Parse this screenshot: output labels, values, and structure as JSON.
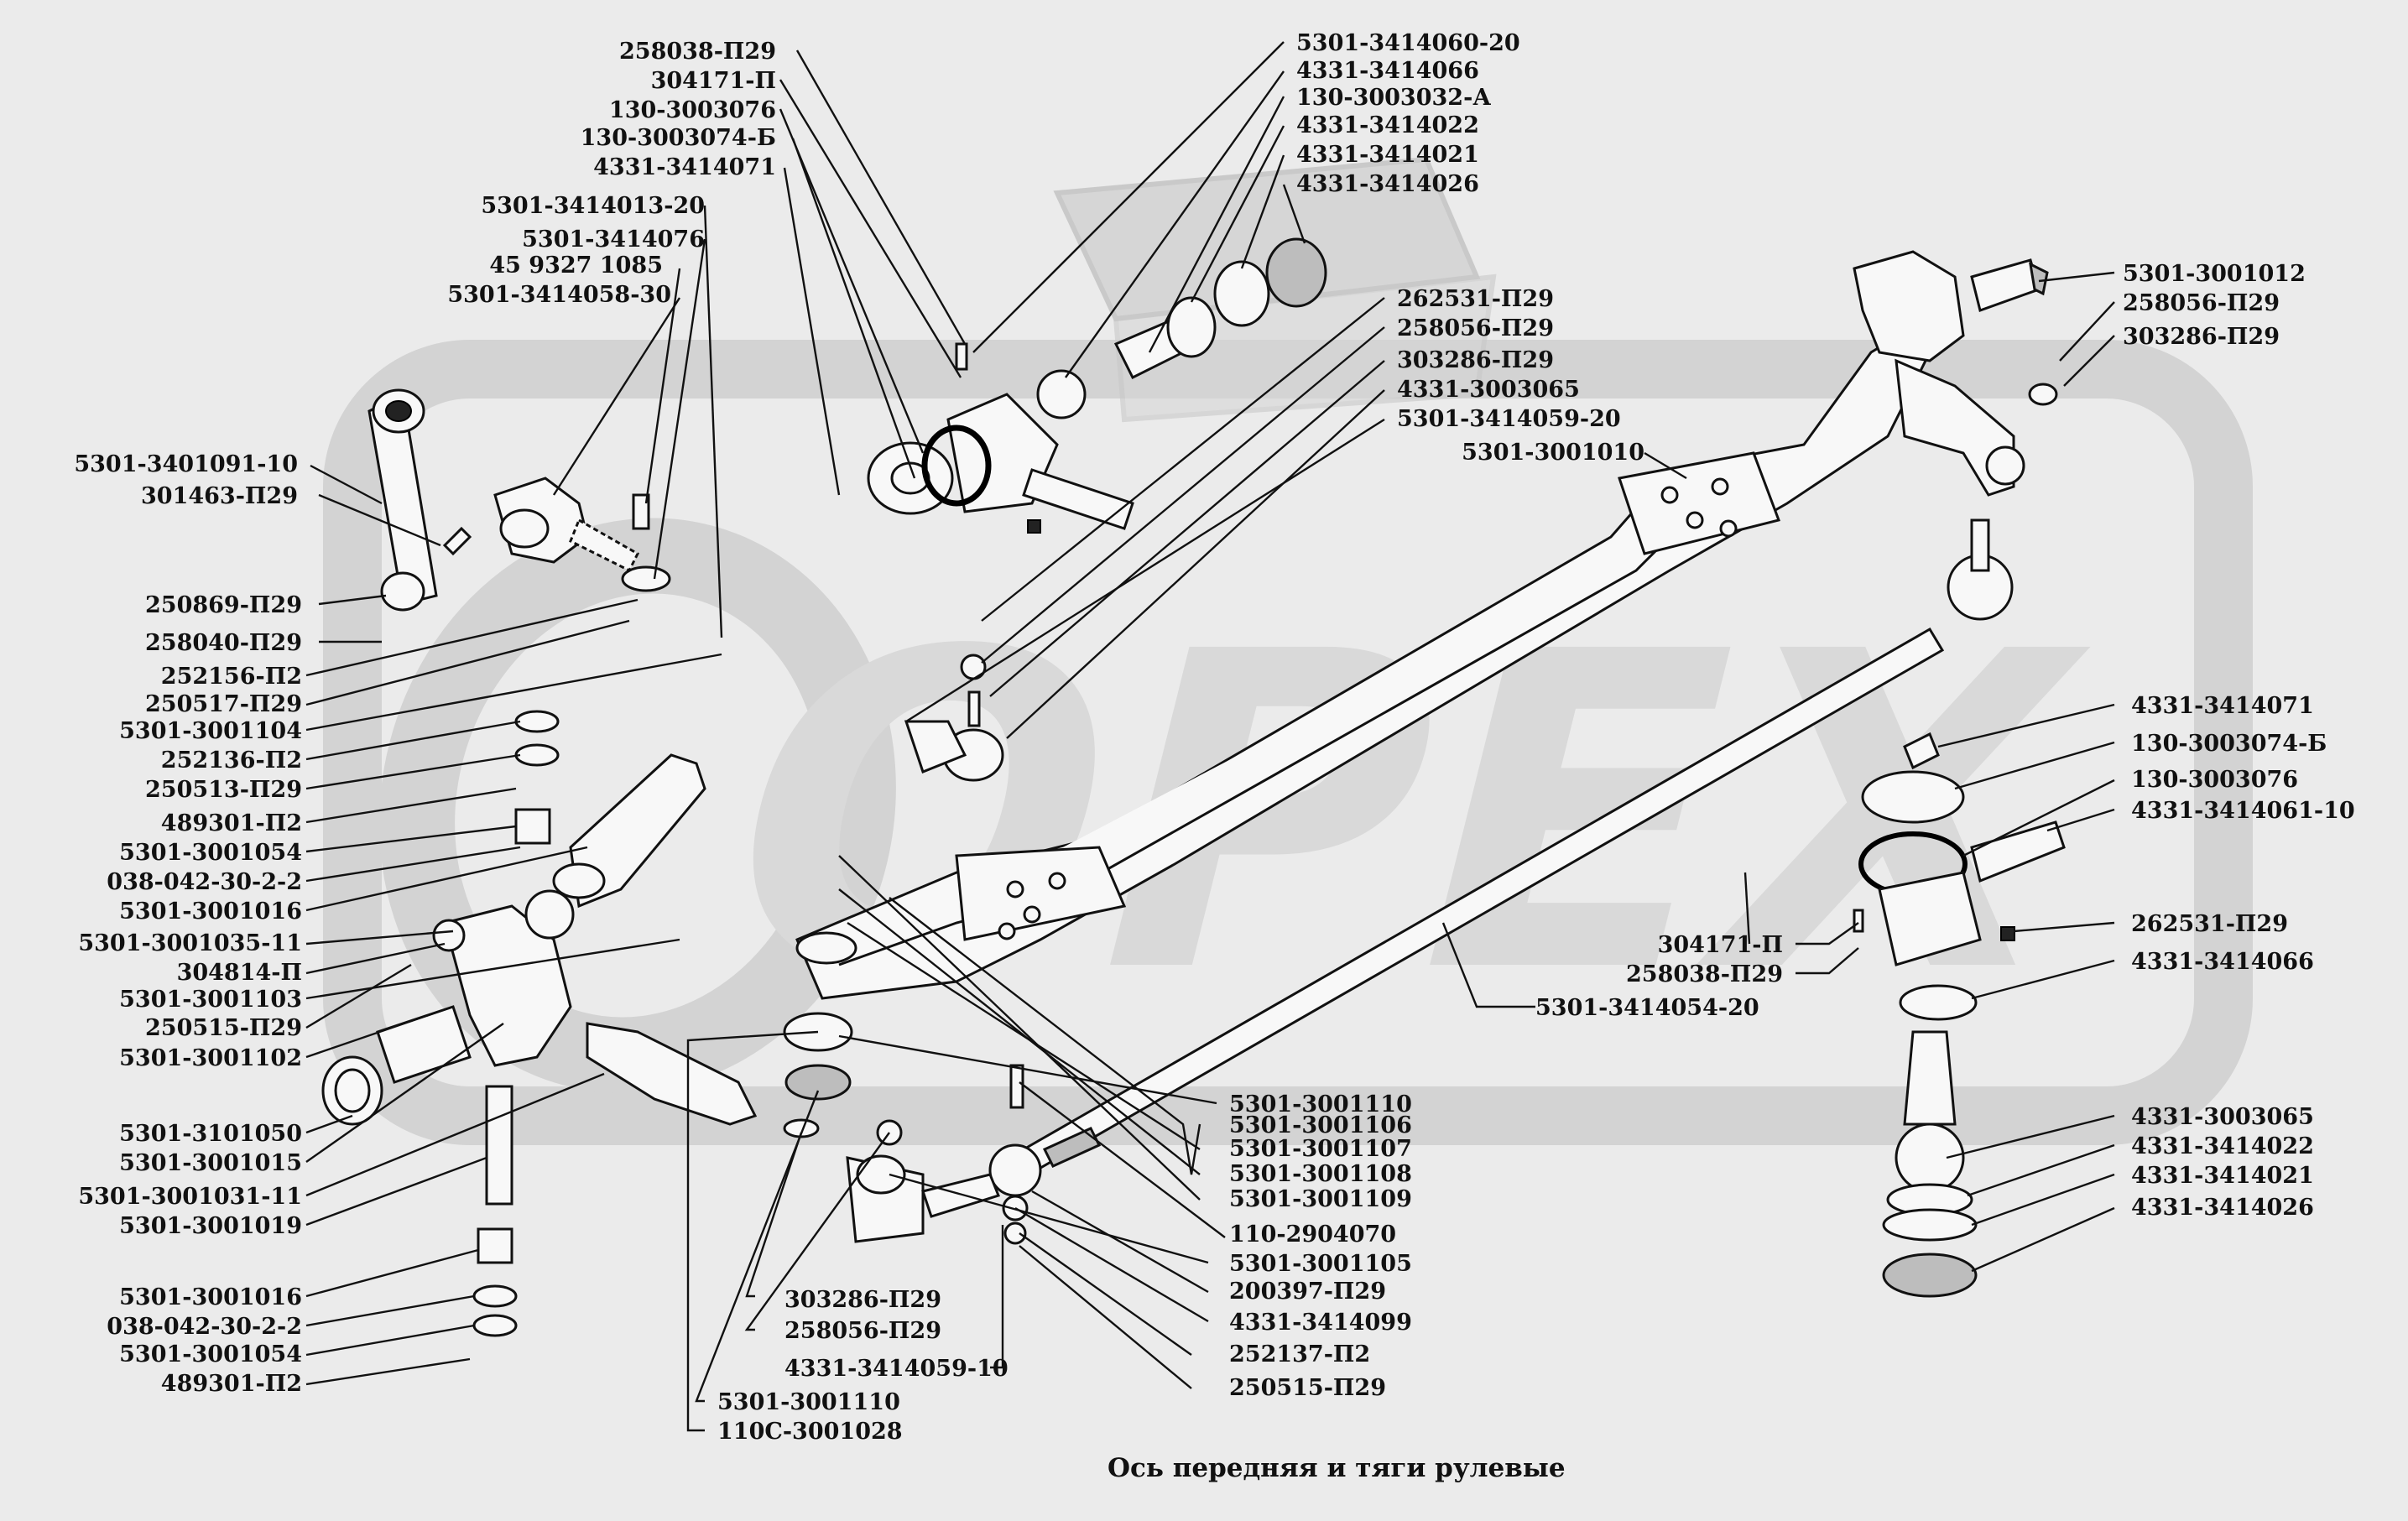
{
  "caption": "Ось передняя и тяги рулевые",
  "watermark": "OPEX",
  "labels_left": [
    "258038-П29",
    "304171-П",
    "130-3003076",
    "130-3003074-Б",
    "4331-3414071",
    "5301-3414013-20",
    "5301-3414076",
    "45 9327 1085",
    "5301-3414058-30",
    "5301-3401091-10",
    "301463-П29",
    "250869-П29",
    "258040-П29",
    "252156-П2",
    "250517-П29",
    "5301-3001104",
    "252136-П2",
    "250513-П29",
    "489301-П2",
    "5301-3001054",
    "038-042-30-2-2",
    "5301-3001016",
    "5301-3001035-11",
    "304814-П",
    "5301-3001103",
    "250515-П29",
    "5301-3001102",
    "5301-3101050",
    "5301-3001015",
    "5301-3001031-11",
    "5301-3001019",
    "5301-3001016",
    "038-042-30-2-2",
    "5301-3001054",
    "489301-П2"
  ],
  "labels_top": [
    "5301-3414060-20",
    "4331-3414066",
    "130-3003032-А",
    "4331-3414022",
    "4331-3414021",
    "4331-3414026"
  ],
  "labels_mid": [
    "262531-П29",
    "258056-П29",
    "303286-П29",
    "4331-3003065",
    "5301-3414059-20",
    "5301-3001010"
  ],
  "labels_right": [
    "5301-3001012",
    "258056-П29",
    "303286-П29",
    "4331-3414071",
    "130-3003074-Б",
    "130-3003076",
    "4331-3414061-10",
    "262531-П29",
    "4331-3414066",
    "4331-3003065",
    "4331-3414022",
    "4331-3414021",
    "4331-3414026"
  ],
  "labels_center": [
    "304171-П",
    "258038-П29",
    "5301-3414054-20"
  ],
  "labels_bottom": [
    "5301-3001110",
    "5301-3001106",
    "5301-3001107",
    "5301-3001108",
    "5301-3001109",
    "110-2904070",
    "5301-3001105",
    "200397-П29",
    "4331-3414099",
    "252137-П2",
    "250515-П29",
    "303286-П29",
    "258056-П29",
    "4331-3414059-10",
    "5301-3001110",
    "110С-3001028"
  ]
}
